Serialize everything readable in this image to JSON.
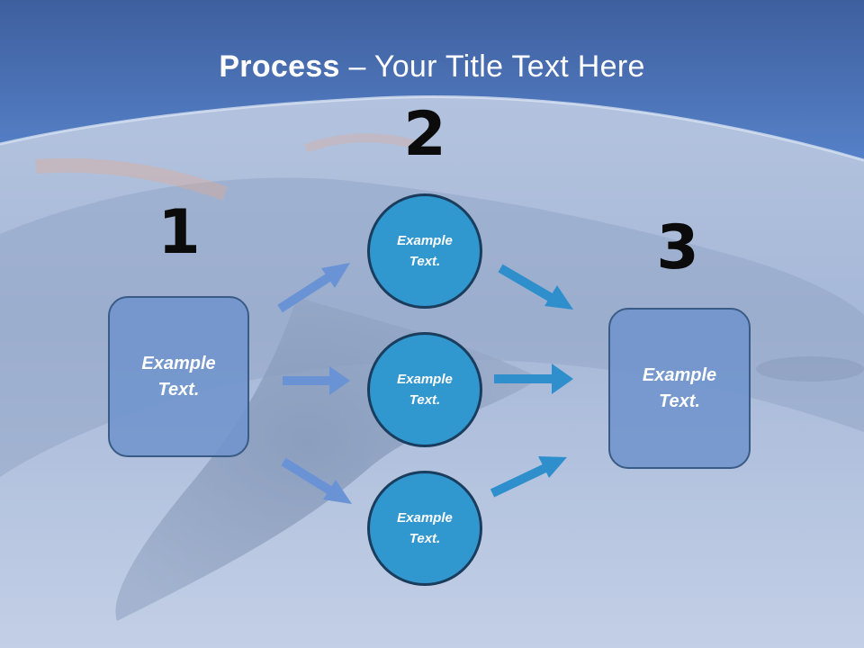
{
  "slide": {
    "title_bold": "Process",
    "title_rest": " – Your Title Text Here",
    "colors": {
      "header_blue": "#4a72bb",
      "box_fill": "#7094cd",
      "circle_fill": "#3197cf",
      "arrow_light": "#6a93d6",
      "arrow_dark": "#2f8fcc"
    }
  },
  "steps": {
    "step1": {
      "number": "1",
      "line1": "Example",
      "line2": "Text."
    },
    "step2": {
      "number": "2"
    },
    "step3": {
      "number": "3",
      "line1": "Example",
      "line2": "Text."
    }
  },
  "circles": [
    {
      "line1": "Example",
      "line2": "Text."
    },
    {
      "line1": "Example",
      "line2": "Text."
    },
    {
      "line1": "Example",
      "line2": "Text."
    }
  ]
}
